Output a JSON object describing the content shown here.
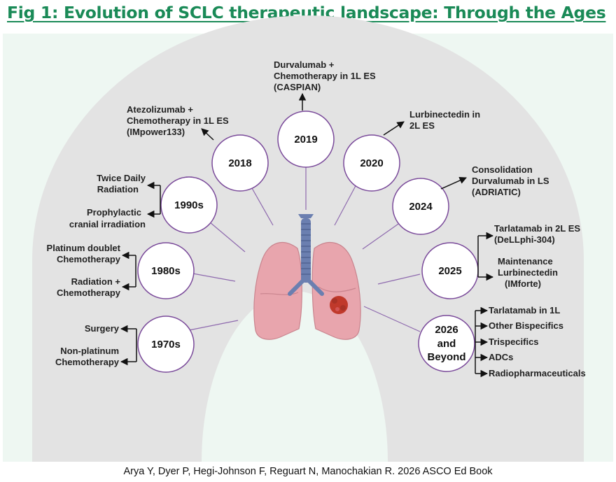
{
  "title": "Fig 1: Evolution of SCLC therapeutic landscape: Through the Ages",
  "citation": "Arya Y, Dyer P, Hegi-Johnson F, Reguart N, Manochakian R. 2026 ASCO Ed Book",
  "colors": {
    "title_green": "#1a8a57",
    "background": "#eef7f2",
    "arc": "#e3e3e3",
    "circle_border": "#7a4a9a",
    "connector": "#8e6aae",
    "lung": "#e8a5ad",
    "trachea": "#6b7fb0",
    "tumor": "#c0392b"
  },
  "icons": [
    "lungs-icon",
    "tumor-icon",
    "trachea-icon"
  ],
  "eras": {
    "y1970s": {
      "label": "1970s",
      "treatments": [
        "Surgery",
        "Non-platinum",
        "Chemotherapy"
      ]
    },
    "y1980s": {
      "label": "1980s",
      "treatments": [
        "Platinum doublet",
        "Chemotherapy",
        "Radiation +",
        "Chemotherapy"
      ]
    },
    "y1990s": {
      "label": "1990s",
      "treatments": [
        "Twice Daily",
        "Radiation",
        "Prophylactic",
        "cranial irradiation"
      ]
    },
    "y2018": {
      "label": "2018",
      "treatments": [
        "Atezolizumab +",
        "Chemotherapy in 1L ES",
        "(IMpower133)"
      ]
    },
    "y2019": {
      "label": "2019",
      "treatments": [
        "Durvalumab +",
        "Chemotherapy in 1L ES",
        "(CASPIAN)"
      ]
    },
    "y2020": {
      "label": "2020",
      "treatments": [
        "Lurbinectedin in",
        "2L ES"
      ]
    },
    "y2024": {
      "label": "2024",
      "treatments": [
        "Consolidation",
        "Durvalumab in LS",
        "(ADRIATIC)"
      ]
    },
    "y2025": {
      "label": "2025",
      "treatments": [
        "Tarlatamab in 2L ES",
        "(DeLLphi-304)",
        "Maintenance",
        "Lurbinectedin",
        "(IMforte)"
      ]
    },
    "y2026": {
      "label_lines": [
        "2026",
        "and",
        "Beyond"
      ],
      "treatments": [
        "Tarlatamab in 1L",
        "Other Bispecifics",
        "Trispecifics",
        "ADCs",
        "Radiopharmaceuticals"
      ]
    }
  }
}
